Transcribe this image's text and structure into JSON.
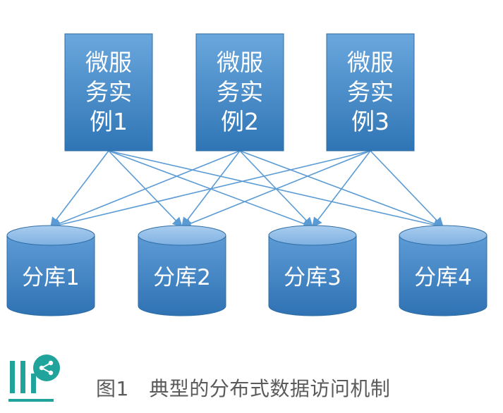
{
  "services": [
    {
      "lines": [
        "微服",
        "务实",
        "例1"
      ]
    },
    {
      "lines": [
        "微服",
        "务实",
        "例2"
      ]
    },
    {
      "lines": [
        "微服",
        "务实",
        "例3"
      ]
    }
  ],
  "databases": [
    {
      "label": "分库1"
    },
    {
      "label": "分库2"
    },
    {
      "label": "分库3"
    },
    {
      "label": "分库4"
    }
  ],
  "caption": "图1　典型的分布式数据访问机制",
  "colors": {
    "box_top": "#5b9bd5",
    "box_bottom": "#2e75b6",
    "arrow": "#5b9bd5",
    "logo": "#1fa39a"
  }
}
